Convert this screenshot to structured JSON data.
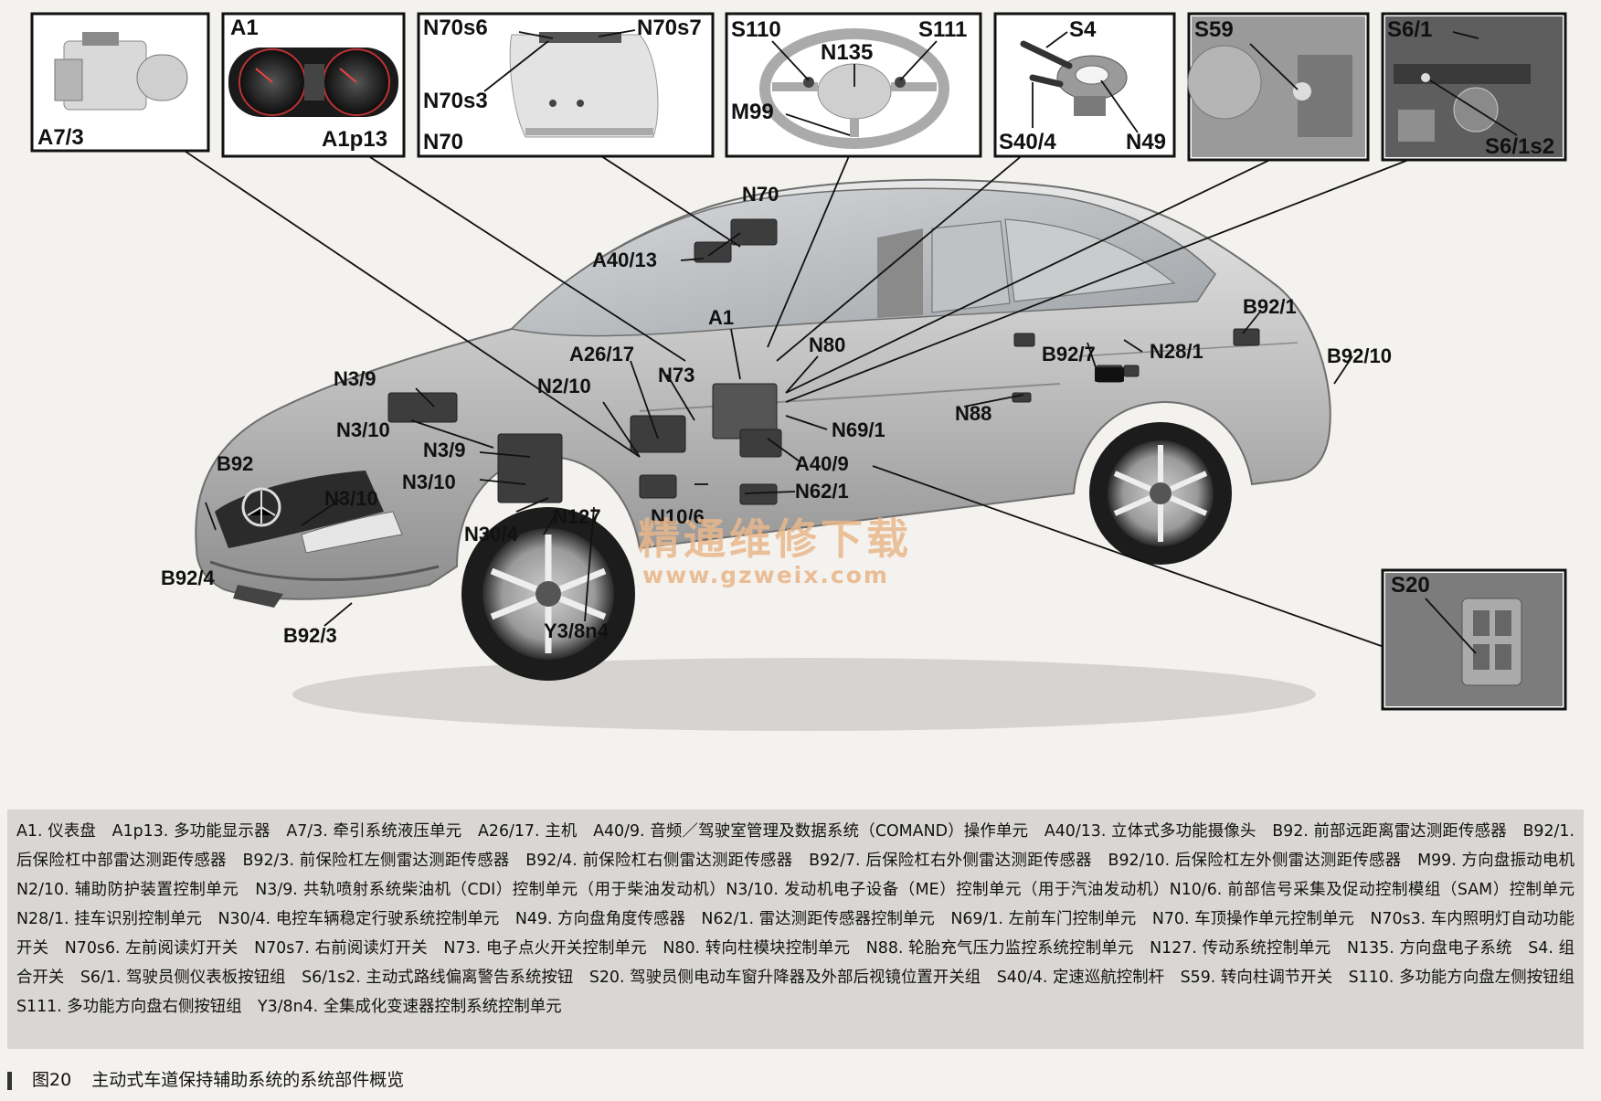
{
  "panels": [
    {
      "id": "a73",
      "labels": [
        "A7/3"
      ]
    },
    {
      "id": "a1",
      "labels": [
        "A1",
        "A1p13"
      ]
    },
    {
      "id": "n70",
      "labels": [
        "N70s6",
        "N70s7",
        "N70s3",
        "N70"
      ]
    },
    {
      "id": "steering",
      "labels": [
        "S110",
        "S111",
        "N135",
        "M99"
      ]
    },
    {
      "id": "s4",
      "labels": [
        "S4",
        "S40/4",
        "N49"
      ]
    },
    {
      "id": "s59",
      "labels": [
        "S59"
      ]
    },
    {
      "id": "s61",
      "labels": [
        "S6/1",
        "S6/1s2"
      ]
    },
    {
      "id": "s20",
      "labels": [
        "S20"
      ]
    }
  ],
  "callouts": [
    "N70",
    "A40/13",
    "A1",
    "N80",
    "A26/17",
    "N73",
    "N2/10",
    "N3/9",
    "N3/10",
    "N3/9",
    "N3/10",
    "B92",
    "N3/10",
    "N30/4",
    "N127",
    "N10/6",
    "N62/1",
    "A40/9",
    "N69/1",
    "N88",
    "B92/7",
    "N28/1",
    "B92/1",
    "B92/10",
    "B92/4",
    "B92/3",
    "Y3/8n4"
  ],
  "watermark": {
    "cn": "精通维修下载",
    "url": "www.gzweix.com"
  },
  "legend": "A1. 仪表盘　A1p13. 多功能显示器　A7/3. 牵引系统液压单元　A26/17. 主机　A40/9. 音频／驾驶室管理及数据系统（COMAND）操作单元　A40/13. 立体式多功能摄像头　B92. 前部远距离雷达测距传感器　B92/1. 后保险杠中部雷达测距传感器　B92/3. 前保险杠左侧雷达测距传感器　B92/4. 前保险杠右侧雷达测距传感器　B92/7. 后保险杠右外侧雷达测距传感器　B92/10. 后保险杠左外侧雷达测距传感器　M99. 方向盘振动电机　N2/10. 辅助防护装置控制单元　N3/9. 共轨喷射系统柴油机（CDI）控制单元（用于柴油发动机）N3/10. 发动机电子设备（ME）控制单元（用于汽油发动机）N10/6. 前部信号采集及促动控制模组（SAM）控制单元　N28/1. 挂车识别控制单元　N30/4. 电控车辆稳定行驶系统控制单元　N49. 方向盘角度传感器　N62/1. 雷达测距传感器控制单元　N69/1. 左前车门控制单元　N70. 车顶操作单元控制单元　N70s3. 车内照明灯自动功能开关　N70s6. 左前阅读灯开关　N70s7. 右前阅读灯开关　N73. 电子点火开关控制单元　N80. 转向柱模块控制单元　N88. 轮胎充气压力监控系统控制单元　N127. 传动系统控制单元　N135. 方向盘电子系统　S4. 组合开关　S6/1. 驾驶员侧仪表板按钮组　S6/1s2. 主动式路线偏离警告系统按钮　S20. 驾驶员侧电动车窗升降器及外部后视镜位置开关组　S40/4. 定速巡航控制杆　S59. 转向柱调节开关　S110. 多功能方向盘左侧按钮组　S111. 多功能方向盘右侧按钮组　Y3/8n4. 全集成化变速器控制系统控制单元",
  "caption": {
    "figure": "图20",
    "title": "主动式车道保持辅助系统的系统部件概览"
  }
}
